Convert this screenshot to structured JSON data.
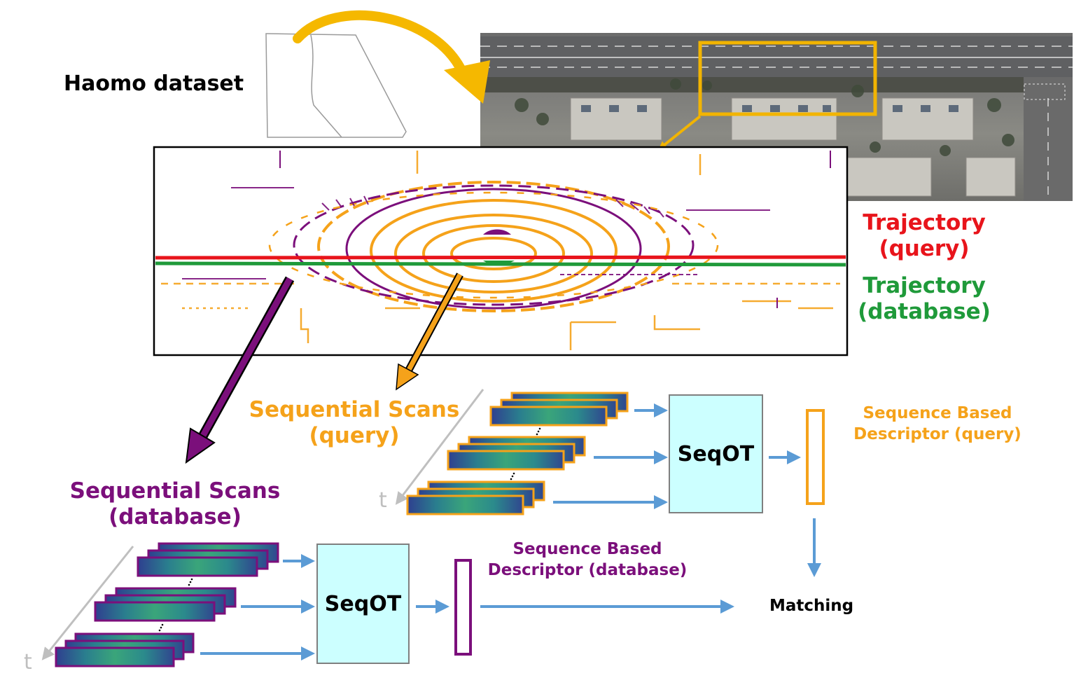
{
  "dataset_label": "Haomo dataset",
  "legend": {
    "query_line1": "Trajectory",
    "query_line2": "(query)",
    "database_line1": "Trajectory",
    "database_line2": "(database)"
  },
  "scans": {
    "query_line1": "Sequential Scans",
    "query_line2": "(query)",
    "database_line1": "Sequential Scans",
    "database_line2": "(database)"
  },
  "model": {
    "query_label": "SeqOT",
    "database_label": "SeqOT"
  },
  "descriptors": {
    "query_line1": "Sequence Based",
    "query_line2": "Descriptor (query)",
    "database_line1": "Sequence Based",
    "database_line2": "Descriptor (database)"
  },
  "time_axis": {
    "query_label": "t",
    "database_label": "t"
  },
  "matching_label": "Matching",
  "colors": {
    "query_orange": "#f5a21a",
    "database_purple": "#7b0f7b",
    "trajectory_query": "#e8141b",
    "trajectory_database": "#1f9a3a",
    "arrow_blue": "#5b9bd5",
    "seqot_fill": "#ccffff",
    "highlight_box": "#f2b400",
    "time_axis_gray": "#bfbfbf"
  }
}
